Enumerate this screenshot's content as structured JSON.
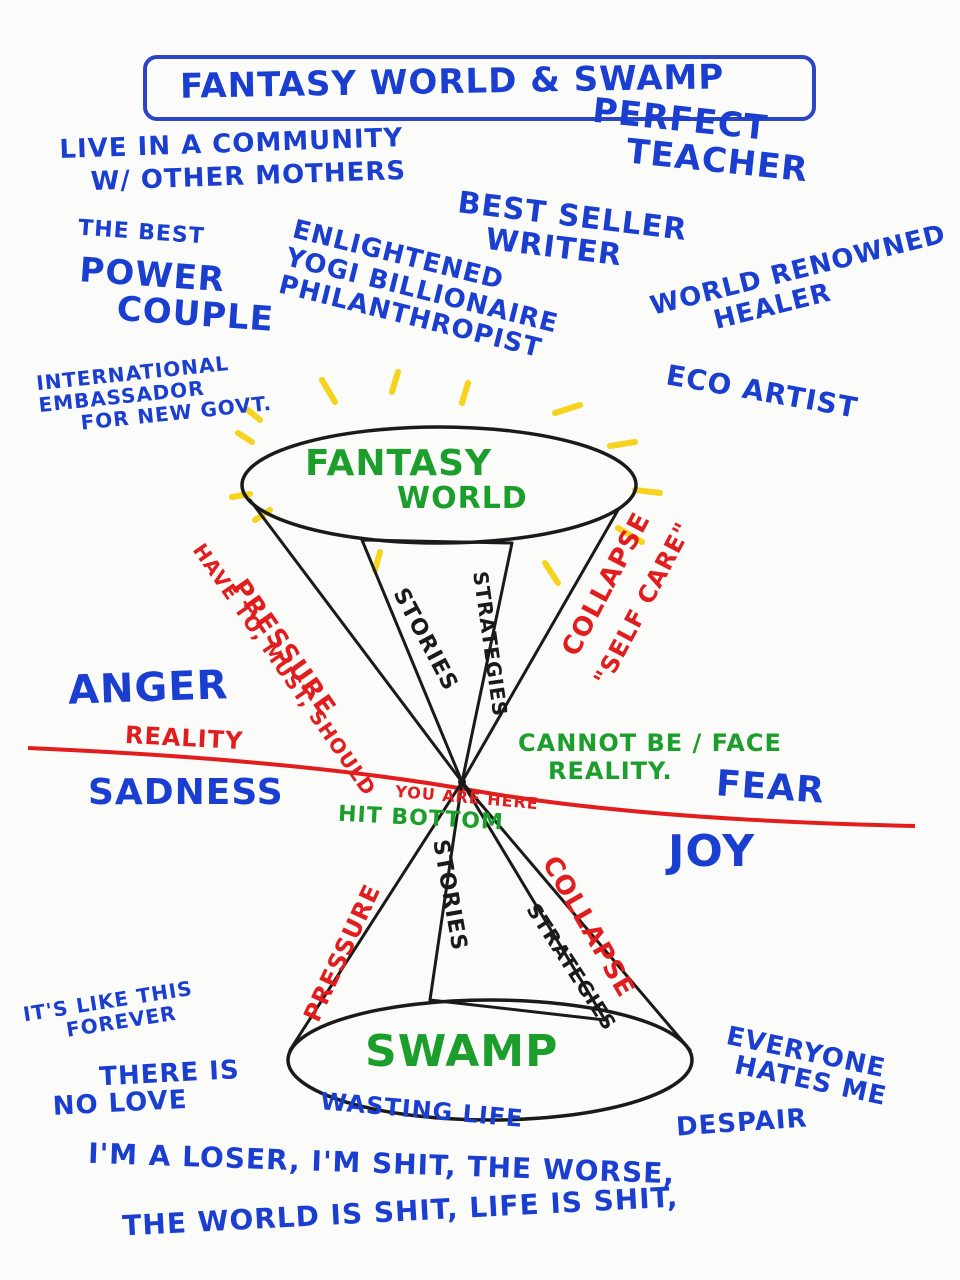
{
  "title": "FANTASY WORLD & SWAMP",
  "colors": {
    "blue": "#1a3fd0",
    "red": "#e21d1d",
    "green": "#1b9e2c",
    "yellow": "#f6d31c",
    "black": "#1a1a1a"
  },
  "fantasies": {
    "community": [
      "LIVE IN A COMMUNITY",
      "W/ OTHER MOTHERS"
    ],
    "teacher": [
      "PERFECT",
      "TEACHER"
    ],
    "best": "THE BEST",
    "power_couple": [
      "POWER",
      "COUPLE"
    ],
    "bestseller": [
      "BEST SELLER",
      "WRITER"
    ],
    "billionaire": [
      "ENLIGHTENED",
      "YOGI BILLIONAIRE",
      "PHILANTHROPIST"
    ],
    "healer": [
      "WORLD RENOWNED",
      "HEALER"
    ],
    "ambassador": [
      "INTERNATIONAL",
      "EMBASSADOR",
      "FOR NEW GOVT."
    ],
    "artist": "ECO ARTIST"
  },
  "diagram": {
    "fantasy_world": [
      "FANTASY",
      "WORLD"
    ],
    "swamp": "SWAMP",
    "pressure_top": "PRESSURE",
    "have_to": "HAVE TO, MUST, SHOULD",
    "collapse_top": "COLLAPSE",
    "self_care": "\"SELF CARE\"",
    "stories_top": "STORIES",
    "strategies_top": "STRATEGIES",
    "pressure_bottom": "PRESSURE",
    "stories_bottom": "STORIES",
    "strategies_bottom": "STRATEGIES",
    "collapse_bottom": "COLLAPSE"
  },
  "reality": {
    "label": "REALITY",
    "you_are_here": "YOU ARE HERE",
    "hit_bottom": "HIT BOTTOM",
    "cannot": [
      "CANNOT BE / FACE",
      "REALITY."
    ]
  },
  "emotions": {
    "anger": "ANGER",
    "sadness": "SADNESS",
    "fear": "FEAR",
    "joy": "JOY"
  },
  "swamp_thoughts": {
    "forever": [
      "IT'S LIKE THIS",
      "FOREVER"
    ],
    "no_love": [
      "THERE IS",
      "NO LOVE"
    ],
    "wasting": "WASTING LIFE",
    "everyone": [
      "EVERYONE",
      "HATES ME"
    ],
    "despair": "DESPAIR",
    "line1": "I'M A LOSER, I'M SHIT, THE WORSE,",
    "line2": "THE WORLD IS SHIT, LIFE IS SHIT,"
  }
}
